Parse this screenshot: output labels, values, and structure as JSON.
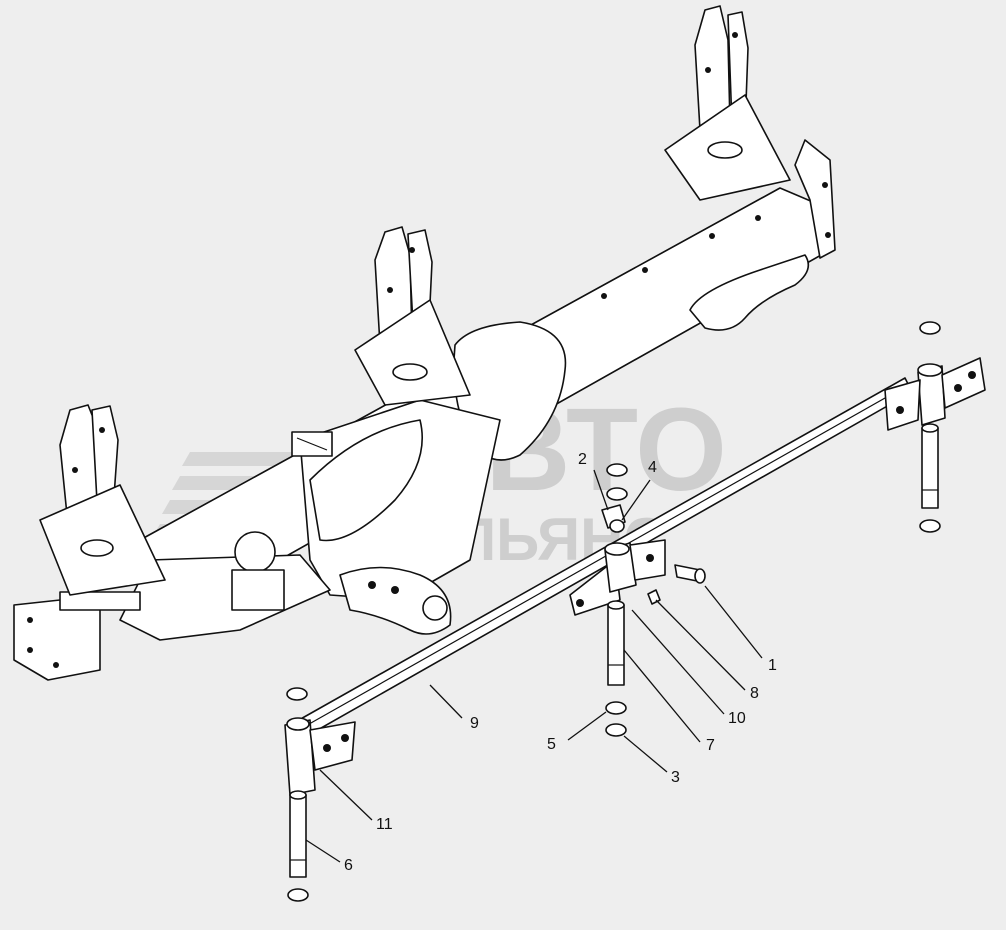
{
  "watermark": {
    "line1": "АВТО",
    "line2": "АЛЬЯНС"
  },
  "callouts": [
    {
      "id": "c1",
      "label": "1"
    },
    {
      "id": "c2",
      "label": "2"
    },
    {
      "id": "c3",
      "label": "3"
    },
    {
      "id": "c4",
      "label": "4"
    },
    {
      "id": "c5",
      "label": "5"
    },
    {
      "id": "c6",
      "label": "6"
    },
    {
      "id": "c7",
      "label": "7"
    },
    {
      "id": "c8",
      "label": "8"
    },
    {
      "id": "c9",
      "label": "9"
    },
    {
      "id": "c10",
      "label": "10"
    },
    {
      "id": "c11",
      "label": "11"
    }
  ],
  "colors": {
    "background": "#eeeeee",
    "line": "#111111",
    "watermark": "#c9c9c9"
  }
}
